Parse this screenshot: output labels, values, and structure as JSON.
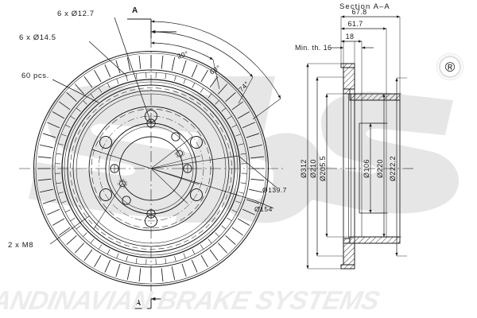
{
  "drawing": {
    "title_section": "Section A–A",
    "section_marker": "A",
    "registered_mark": "®",
    "watermark_text": "SCANDINAVIAN BRAKE SYSTEMS",
    "watermark_logo": "sbs"
  },
  "front_view": {
    "leader_labels": [
      {
        "id": "holes-12-7",
        "text": "6 x Ø12.7"
      },
      {
        "id": "holes-14-5",
        "text": "6 x Ø14.5"
      },
      {
        "id": "vane-count",
        "text": "60 pcs."
      },
      {
        "id": "threads-m8",
        "text": "2 x M8"
      }
    ],
    "angular_dims": [
      {
        "id": "ang-30",
        "text": "30°"
      },
      {
        "id": "ang-60",
        "text": "60°"
      },
      {
        "id": "ang-74",
        "text": "74°"
      }
    ],
    "bolt_circle_dims": [
      {
        "id": "bcd-139-7",
        "text": "Ø139.7"
      },
      {
        "id": "bcd-154",
        "text": "Ø154"
      }
    ]
  },
  "section_view": {
    "title": "Section A–A",
    "thickness_note": "Min. th. 16",
    "horizontal_dims": [
      {
        "id": "dim-67-8",
        "text": "67.8"
      },
      {
        "id": "dim-61-7",
        "text": "61.7"
      },
      {
        "id": "dim-18",
        "text": "18"
      },
      {
        "id": "dim-16",
        "text": "16"
      }
    ],
    "diameter_dims": [
      {
        "id": "dia-312",
        "text": "Ø312"
      },
      {
        "id": "dia-210",
        "text": "Ø210"
      },
      {
        "id": "dia-205-5",
        "text": "Ø205.5"
      },
      {
        "id": "dia-106",
        "text": "Ø106"
      },
      {
        "id": "dia-220",
        "text": "Ø220"
      },
      {
        "id": "dia-222-2",
        "text": "Ø222.2"
      }
    ]
  },
  "colors": {
    "line": "#1a1a1a",
    "watermark": "#e6e6e6",
    "background": "#ffffff"
  }
}
